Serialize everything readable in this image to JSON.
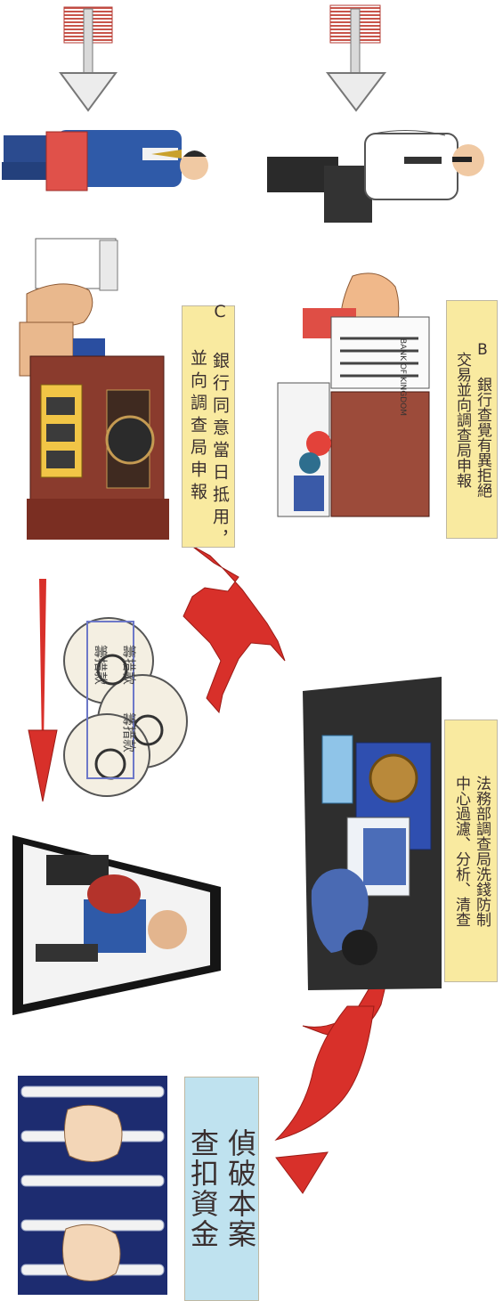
{
  "captions": {
    "bank_b": {
      "lines": [
        "B 銀行查覺有異拒絕",
        "交易並向調查局申報"
      ]
    },
    "bank_c": {
      "lines": [
        "C 銀行同意當日抵用，",
        "並向調查局申報"
      ]
    },
    "mjib": {
      "lines": [
        "法務部調查局洗錢防制",
        "中心過濾、分析、清查"
      ]
    },
    "result": {
      "lines": [
        "偵破本案",
        "查扣資金"
      ]
    }
  },
  "money_bags": [
    "籌措款",
    "籌措款",
    "籌措款"
  ],
  "bank_sign": "BANK OF KINGDOM",
  "colors": {
    "caption_yellow": "#f9eaa0",
    "caption_blue": "#bfe2ef",
    "arrow_red": "#d8302a"
  }
}
